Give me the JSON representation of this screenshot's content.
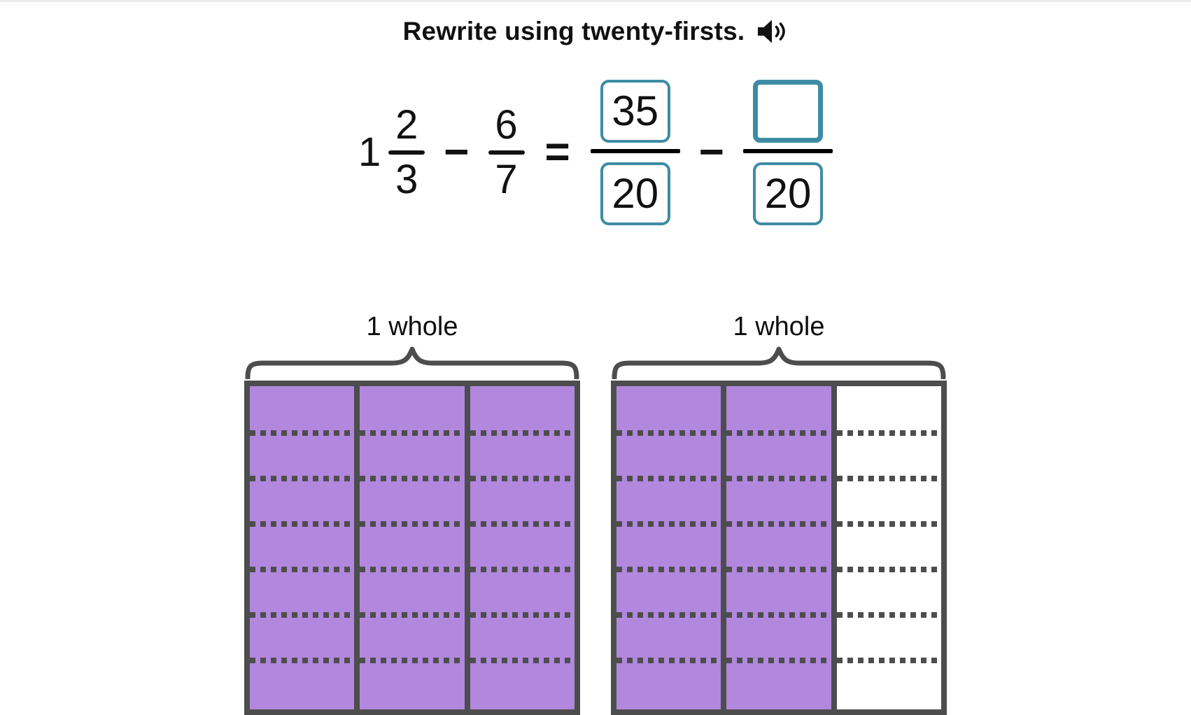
{
  "title": {
    "text": "Rewrite using twenty-firsts.",
    "audio_icon": "speaker-icon"
  },
  "equation": {
    "mixed_whole": "1",
    "mixed_frac": {
      "numerator": "2",
      "denominator": "3"
    },
    "minus1": "−",
    "frac2": {
      "numerator": "6",
      "denominator": "7"
    },
    "equals": "=",
    "answer_frac1": {
      "numerator": "35",
      "denominator": "20",
      "numerator_state": "filled",
      "denominator_state": "filled"
    },
    "minus2": "−",
    "answer_frac2": {
      "numerator": "",
      "denominator": "20",
      "numerator_state": "focused-empty",
      "denominator_state": "filled"
    }
  },
  "bar_models": [
    {
      "label": "1 whole",
      "rows_per_column": 7,
      "columns": [
        {
          "shaded": true
        },
        {
          "shaded": true
        },
        {
          "shaded": true
        }
      ]
    },
    {
      "label": "1 whole",
      "rows_per_column": 7,
      "columns": [
        {
          "shaded": true
        },
        {
          "shaded": true
        },
        {
          "shaded": false
        }
      ]
    }
  ],
  "colors": {
    "purple": "#b287de",
    "dark_gray": "#4d4d4d",
    "teal_box_border": "#3e8ca4",
    "text": "#111111"
  }
}
